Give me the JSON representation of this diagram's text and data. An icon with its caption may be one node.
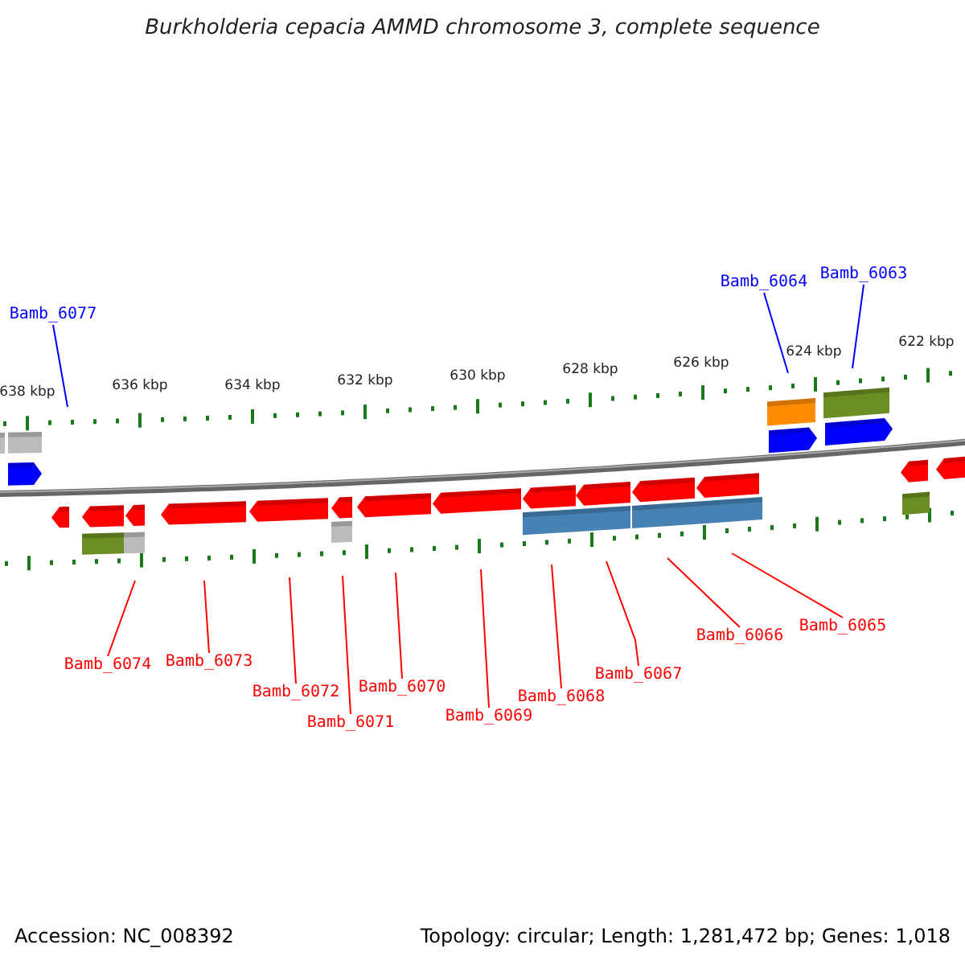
{
  "diagram": {
    "title": "Burkholderia cepacia AMMD chromosome 3, complete sequence",
    "nodes": [
      {
        "text": [
          "Bamb_6077"
        ]
      },
      {
        "text": [
          "Bamb_6064"
        ]
      },
      {
        "text": [
          "Bamb_6063"
        ]
      },
      {
        "text": [
          "Bamb_6074"
        ]
      },
      {
        "text": [
          "Bamb_6073"
        ]
      },
      {
        "text": [
          "Bamb_6072"
        ]
      },
      {
        "text": [
          "Bamb_6071"
        ]
      },
      {
        "text": [
          "Bamb_6070"
        ]
      },
      {
        "text": [
          "Bamb_6069"
        ]
      },
      {
        "text": [
          "Bamb_6068"
        ]
      },
      {
        "text": [
          "Bamb_6067"
        ]
      },
      {
        "text": [
          "Bamb_6066"
        ]
      },
      {
        "text": [
          "Bamb_6065"
        ]
      }
    ],
    "edges": [
      {
        "from": 0,
        "to": null,
        "arrow": "none",
        "color": "#0000ff"
      },
      {
        "from": 1,
        "to": null,
        "arrow": "none",
        "color": "#0000ff"
      },
      {
        "from": 2,
        "to": null,
        "arrow": "none",
        "color": "#0000ff"
      },
      {
        "from": 3,
        "to": null,
        "arrow": "none"
      },
      {
        "from": 4,
        "to": null,
        "arrow": "none"
      },
      {
        "from": 5,
        "to": null,
        "arrow": "none"
      },
      {
        "from": 6,
        "to": null,
        "arrow": "none"
      },
      {
        "from": 7,
        "to": null,
        "arrow": "none"
      },
      {
        "from": 8,
        "to": null,
        "arrow": "none"
      },
      {
        "from": 9,
        "to": null,
        "arrow": "none"
      },
      {
        "from": 10,
        "to": null,
        "arrow": "none"
      },
      {
        "from": 11,
        "to": null,
        "arrow": "none"
      },
      {
        "from": 12,
        "to": null,
        "arrow": "none"
      }
    ],
    "labels": [
      "638 kbp",
      "636 kbp",
      "634 kbp",
      "632 kbp",
      "630 kbp",
      "628 kbp",
      "626 kbp",
      "624 kbp",
      "622 kbp",
      "Accession: NC_008392",
      "Topology: circular; Length: 1,281,472 bp; Genes: 1,018"
    ]
  }
}
